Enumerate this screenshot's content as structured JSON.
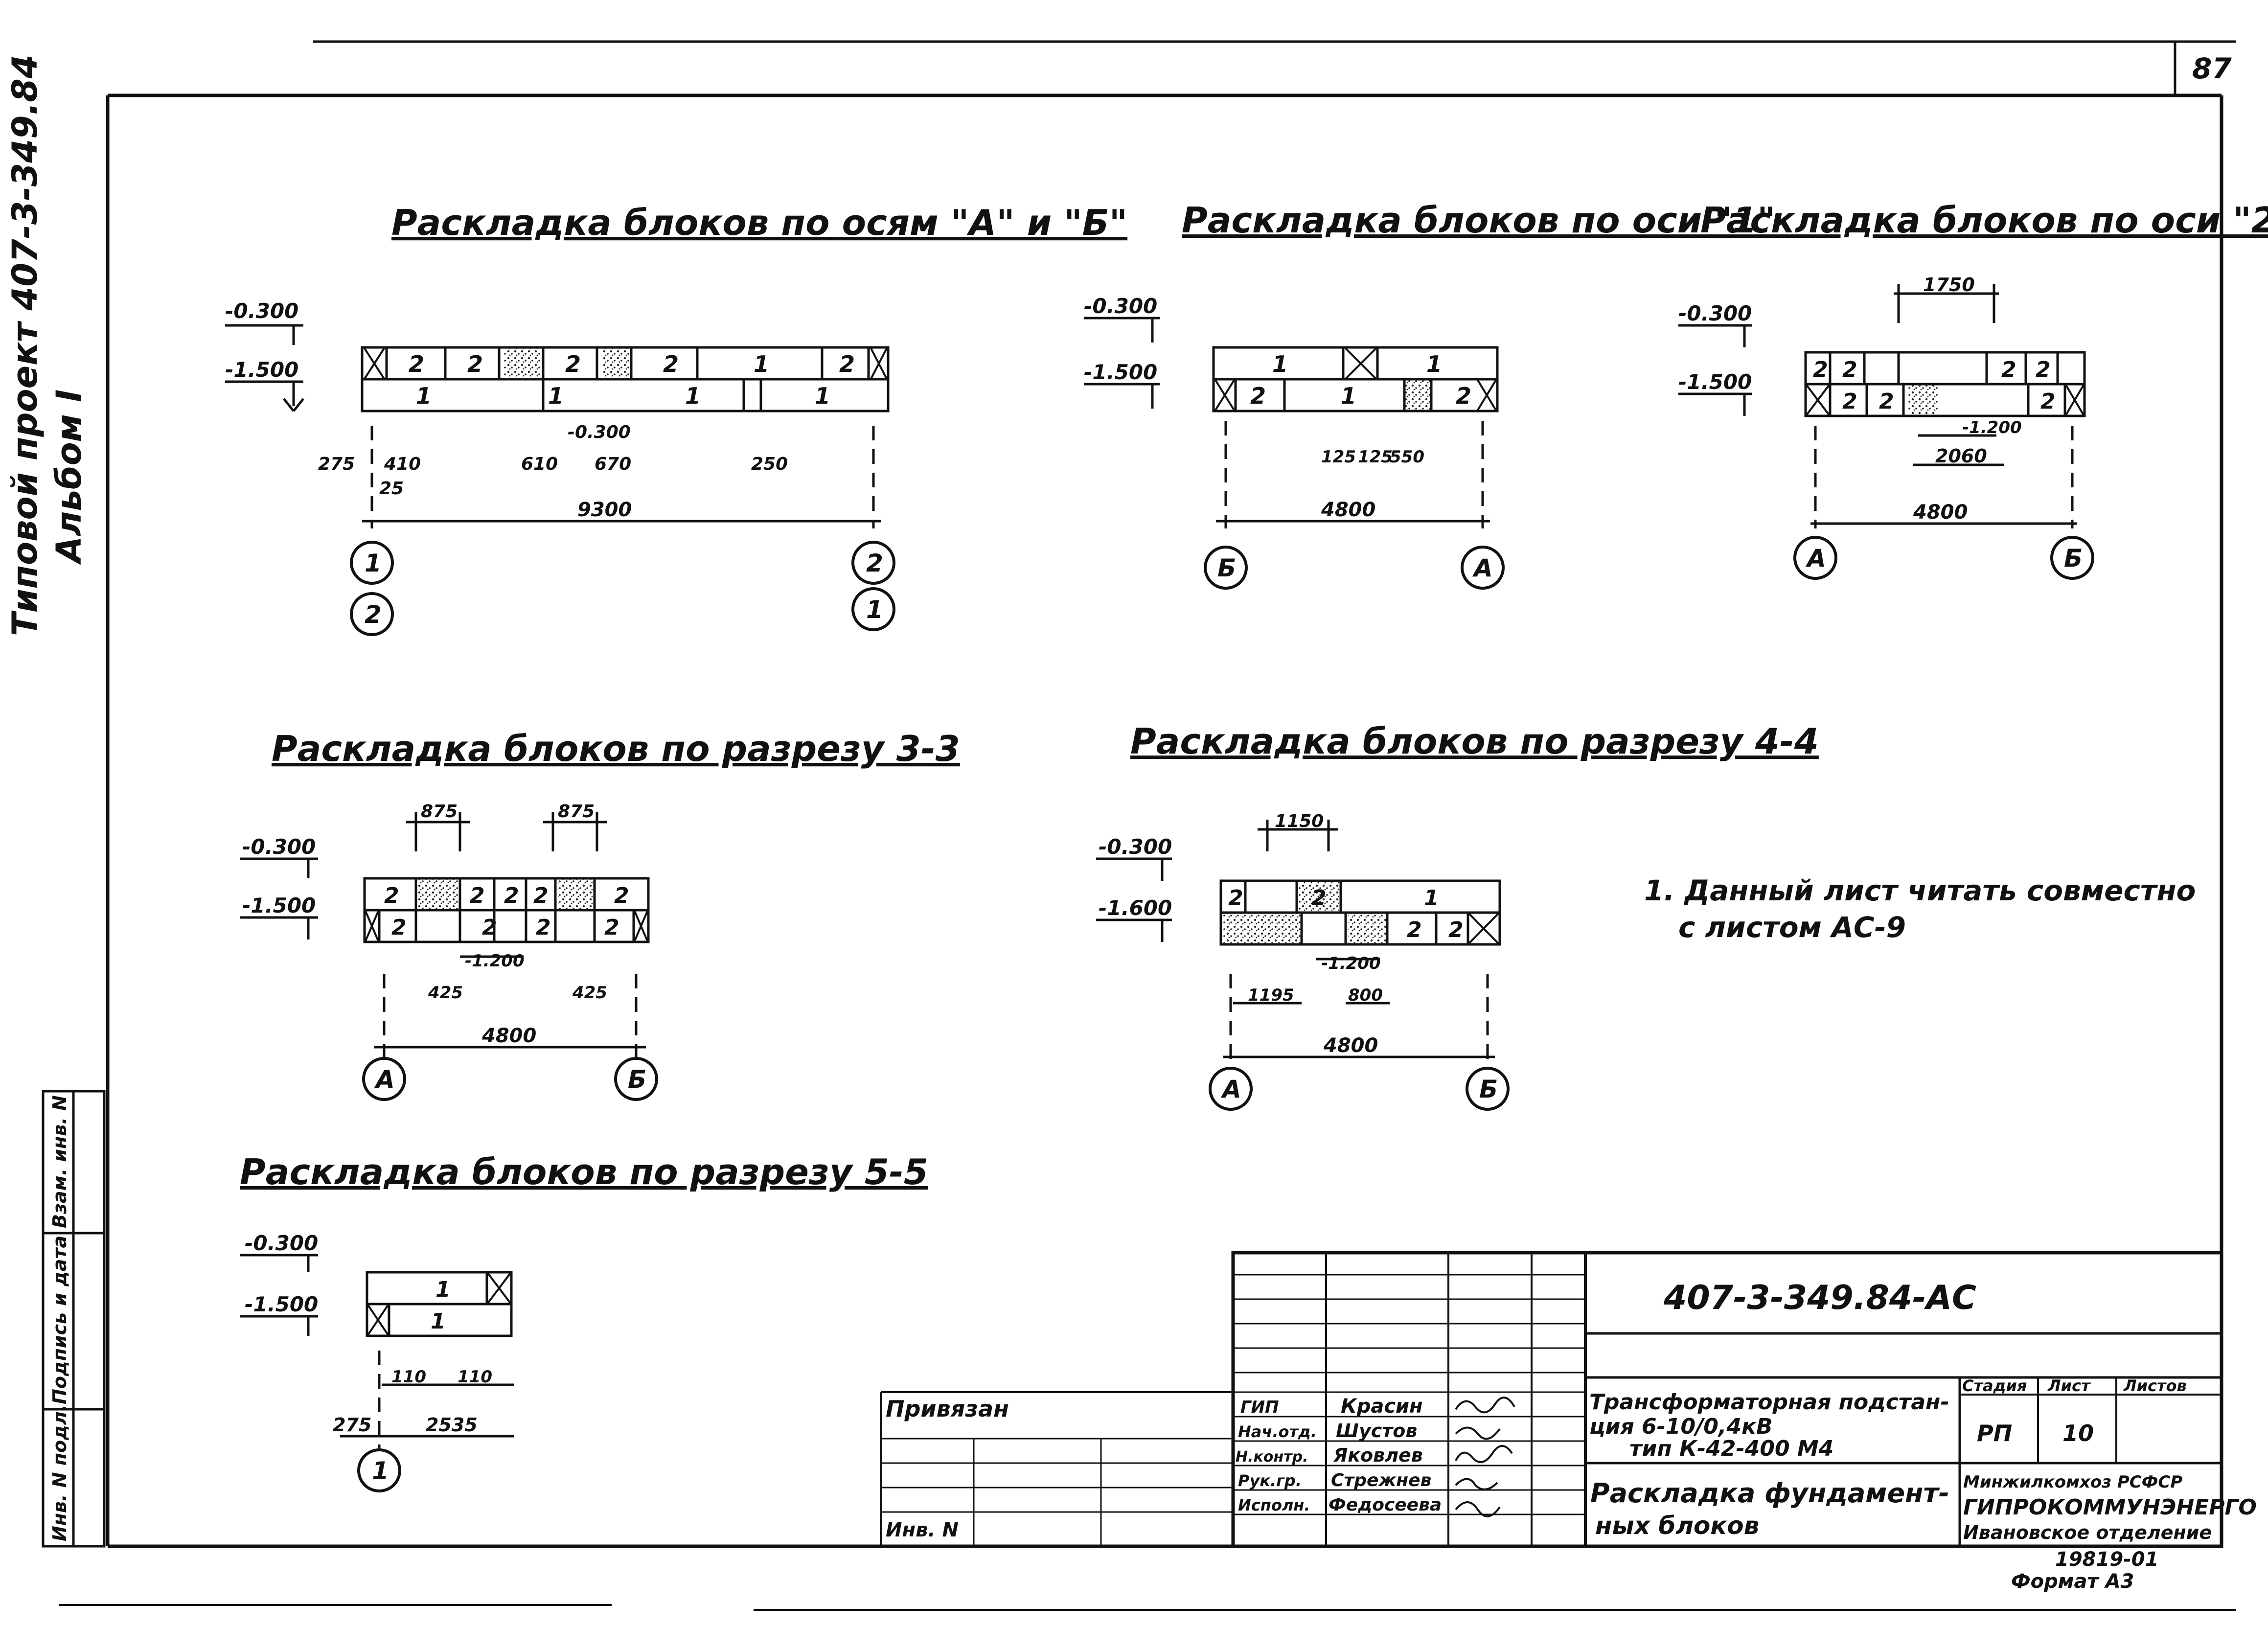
{
  "sheet_number": "87",
  "side_stamp": {
    "line1": "Типовой проект 407-3-349.84",
    "line2": "Альбом I"
  },
  "left_stamp": {
    "inv_podl": "Инв. N подл.",
    "podpis_data": "Подпись и дата",
    "vzam_inv": "Взам. инв. N"
  },
  "views": {
    "ab": {
      "title": "Раскладка блоков по осям \"А\" и \"Б\"",
      "el_top": "-0.300",
      "el_bot": "-1.500",
      "upper_blocks": [
        "2",
        "2",
        "2",
        "2",
        "1",
        "2"
      ],
      "lower_blocks": [
        "1",
        "1",
        "1",
        "1"
      ],
      "dims": [
        "275",
        "410",
        "25",
        "610",
        "-0.300",
        "670",
        "250"
      ],
      "total": "9300",
      "axes_left": [
        "1",
        "2"
      ],
      "axes_right": [
        "2",
        "1"
      ]
    },
    "ax1": {
      "title": "Раскладка блоков по оси \"1\"",
      "el_top": "-0.300",
      "el_bot": "-1.500",
      "upper_blocks": [
        "1",
        "1"
      ],
      "lower_blocks": [
        "2",
        "1",
        "2"
      ],
      "dims": [
        "125",
        "125",
        "550"
      ],
      "total": "4800",
      "axis_left": "Б",
      "axis_right": "А"
    },
    "ax2": {
      "title": "Раскладка блоков по оси \"2\"",
      "el_top": "-0.300",
      "el_bot": "-1.500",
      "upper_blocks": [
        "2",
        "2",
        "2",
        "2"
      ],
      "lower_blocks": [
        "2",
        "2",
        "2"
      ],
      "dim_top": "1750",
      "dims": [
        "-1.200",
        "2060"
      ],
      "total": "4800",
      "axis_left": "А",
      "axis_right": "Б"
    },
    "s33": {
      "title": "Раскладка блоков по разрезу 3-3",
      "el_top": "-0.300",
      "el_bot": "-1.500",
      "upper_blocks": [
        "2",
        "2",
        "2",
        "2",
        "2"
      ],
      "lower_blocks": [
        "2",
        "2",
        "2",
        "2"
      ],
      "dim_top_l": "875",
      "dim_top_r": "875",
      "dims": [
        "-1.200",
        "425",
        "425"
      ],
      "total": "4800",
      "axis_left": "А",
      "axis_right": "Б"
    },
    "s44": {
      "title": "Раскладка блоков по разрезу 4-4",
      "el_top": "-0.300",
      "el_bot": "-1.600",
      "upper_blocks": [
        "2",
        "2",
        "1"
      ],
      "lower_blocks": [
        "2",
        "2"
      ],
      "dim_top": "1150",
      "dims": [
        "-1.200",
        "1195",
        "800"
      ],
      "total": "4800",
      "axis_left": "А",
      "axis_right": "Б"
    },
    "s55": {
      "title": "Раскладка блоков по разрезу 5-5",
      "el_top": "-0.300",
      "el_bot": "-1.500",
      "upper_blocks": [
        "1"
      ],
      "lower_blocks": [
        "1"
      ],
      "dims": [
        "110",
        "110",
        "275",
        "2535"
      ],
      "axis": "1"
    }
  },
  "note": {
    "line1": "1. Данный лист читать совместно",
    "line2": "с листом АС-9"
  },
  "title_block": {
    "code": "407-3-349.84-АС",
    "privyazan": "Привязан",
    "inv": "Инв. N",
    "roles": [
      "ГИП",
      "Нач.отд.",
      "Н.контр.",
      "Рук.гр.",
      "Исполн."
    ],
    "names": [
      "Красин",
      "Шустов",
      "Яковлев",
      "Стрежнев",
      "Федосеева"
    ],
    "project_name_1": "Трансформаторная подстан-",
    "project_name_2": "ция 6-10/0,4кВ",
    "project_name_3": "тип К-42-400 М4",
    "sheet_name_1": "Раскладка фундамент-",
    "sheet_name_2": "ных блоков",
    "stage_h": "Стадия",
    "list_h": "Лист",
    "listov_h": "Листов",
    "stage": "РП",
    "list": "10",
    "org_1": "Минжилкомхоз РСФСР",
    "org_2": "ГИПРОКОММУНЭНЕРГО",
    "org_3": "Ивановское отделение",
    "doc_no": "19819-01",
    "format": "Формат А3"
  }
}
